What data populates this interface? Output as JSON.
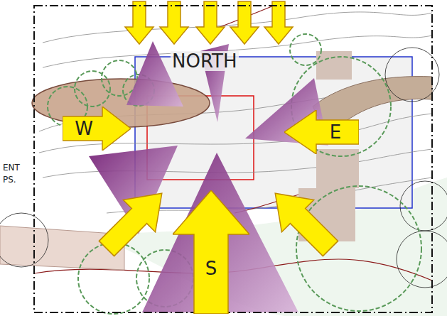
{
  "diagram": {
    "nodes": [
      {
        "text": [
          "W"
        ]
      },
      {
        "text": [
          "E"
        ]
      },
      {
        "text": [
          "S"
        ]
      }
    ],
    "labels": [
      "NORTH",
      "ENT",
      "PS."
    ]
  }
}
